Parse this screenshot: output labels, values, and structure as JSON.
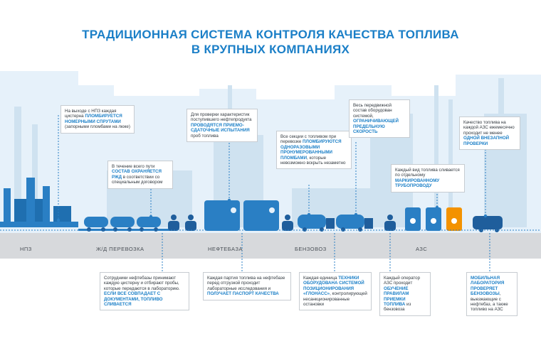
{
  "title": {
    "line1": "ТРАДИЦИОННАЯ СИСТЕМА КОНТРОЛЯ КАЧЕСТВА ТОПЛИВА",
    "line2": "В КРУПНЫХ КОМПАНИЯХ"
  },
  "stages": [
    "НПЗ",
    "Ж/Д ПЕРЕВОЗКА",
    "НЕФТЕБАЗА",
    "БЕНЗОВОЗ",
    "АЗС"
  ],
  "boxes": {
    "npz": {
      "t1": "На выходе с НПЗ каждая цистерна ",
      "h1": "пломбируется номерными спрутами",
      "t2": " (запорными пломбами на люке)"
    },
    "rail": {
      "t1": "В течение всего пути ",
      "h1": "состав охраняется РЖД",
      "t2": " в соответствии со специальным договором"
    },
    "check": {
      "t1": "Для проверки характеристик поступившего нефтепродукта ",
      "h1": "проводятся приемо-сдаточные испытания",
      "t2": " проб топлива"
    },
    "sections": {
      "t1": "Все секции с топливом при перевозке ",
      "h1": "пломбируются одноразовыми пронумерованными пломбами",
      "t2": ", которые невозможно вскрыть незаметно"
    },
    "equipment": {
      "t1": "Весь передвижной состав оборудован системой, ",
      "h1": "ограничивающей предельную скорость"
    },
    "pipeline": {
      "t1": "Каждый вид топлива сливается по отдельному ",
      "h1": "маркированному трубопроводу"
    },
    "inspection": {
      "t1": "Качество топлива на каждой АЗС ежемесячно проходит не менее ",
      "h1": "одной внезапной проверки"
    },
    "depot_staff": {
      "t1": "Сотрудники нефтебазы принимают каждую цистерну и отбирают пробы, которые передаются в лабораторию. ",
      "h1": "Если все совпадает с документами, топливо сливается"
    },
    "batch": {
      "t1": "Каждая партия топлива на нефтебазе перед отгрузкой проходит лабораторные исследования и ",
      "h1": "получает паспорт качества"
    },
    "glonass": {
      "t1": "Каждая единица ",
      "h1": "техники оборудована системой позиционирования «ГЛОНАСС»",
      "t2": ", контролирующей несанкционированные остановки"
    },
    "operator": {
      "t1": "Каждый оператор АЗС проходит ",
      "h1": "обучение правилам приемки топлива",
      "t2": " из бензовоза"
    },
    "lab": {
      "h1": "Мобильная лаборатория проверяет бензовозы",
      "t1": ", выезжающие с нефтебаз, а также топливо на АЗС"
    }
  },
  "colors": {
    "title": "#1b7fc7",
    "accent": "#1b7fc7",
    "skyline": "#e3f0fa",
    "industry": "#c9dfee",
    "road": "#d7d9dc",
    "equipment": "#2a7fc4",
    "dark_blue": "#1f5e9c",
    "fuel_orange": "#f39200"
  }
}
